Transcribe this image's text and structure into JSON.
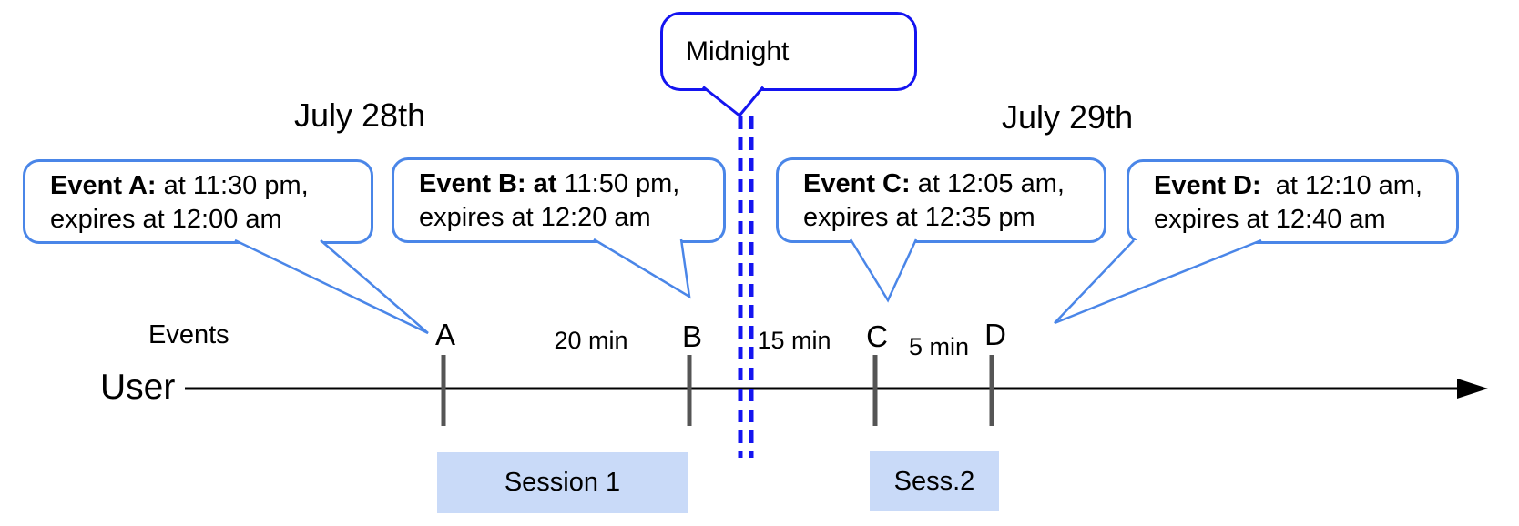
{
  "colors": {
    "callout_border": "#4a86e8",
    "midnight_blue": "#1414f0",
    "session_fill": "#c9daf8",
    "tick_gray": "#555555",
    "axis_black": "#000000",
    "text_black": "#000000"
  },
  "headers": {
    "left_date": "July 28th",
    "right_date": "July 29th"
  },
  "midnight_callout": {
    "label": "Midnight"
  },
  "event_callouts": [
    {
      "event": "A",
      "bold": "Event A:",
      "line1_rest": " at 11:30 pm,",
      "line2": "expires at 12:00 am"
    },
    {
      "event": "B",
      "bold": "Event B: at",
      "line1_rest": " 11:50 pm,",
      "line2": "expires at 12:20 am"
    },
    {
      "event": "C",
      "bold": "Event C:",
      "line1_rest": " at 12:05 am,",
      "line2": "expires at 12:35 pm"
    },
    {
      "event": "D",
      "bold": "Event D:",
      "line1_rest": "  at 12:10 am,",
      "line2": "expires at 12:40 am"
    }
  ],
  "timeline": {
    "row_label": "Events",
    "axis_label": "User",
    "ticks": [
      "A",
      "B",
      "C",
      "D"
    ],
    "intervals": [
      "20 min",
      "15 min",
      "5 min"
    ],
    "sessions": [
      "Session 1",
      "Sess.2"
    ]
  }
}
